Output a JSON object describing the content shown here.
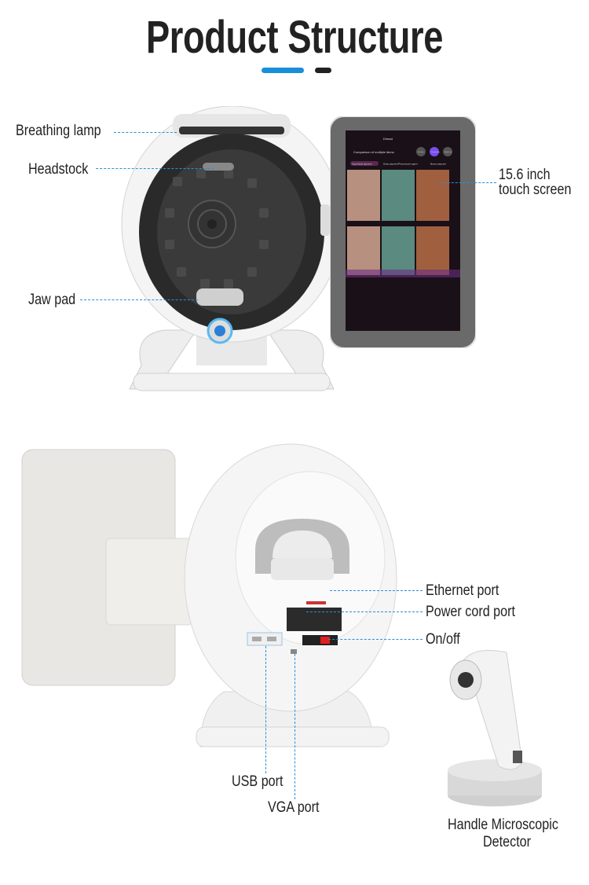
{
  "title": "Product Structure",
  "accent_colors": {
    "primary": "#1a8fd9",
    "secondary": "#222222",
    "callout_line": "#2a8fd6"
  },
  "callouts_front": {
    "breathing_lamp": "Breathing lamp",
    "headstock": "Headstock",
    "jaw_pad": "Jaw pad",
    "screen_line1": "15.6 inch",
    "screen_line2": "touch screen"
  },
  "callouts_back": {
    "ethernet": "Ethernet port",
    "power": "Power cord port",
    "onoff": "On/off",
    "usb": "USB port",
    "vga": "VGA port"
  },
  "accessory": {
    "line1": "Handle Microscopic",
    "line2": "Detector"
  },
  "tablet_screen": {
    "brand": "Dimsol",
    "dropdown": "Comparison of multiple items",
    "view_buttons": [
      "Left face",
      "Positive face",
      "Right face"
    ],
    "tabs": [
      "Superficial pigment",
      "Deep pigment/Fluorescent agent",
      "Brown pigment"
    ]
  }
}
